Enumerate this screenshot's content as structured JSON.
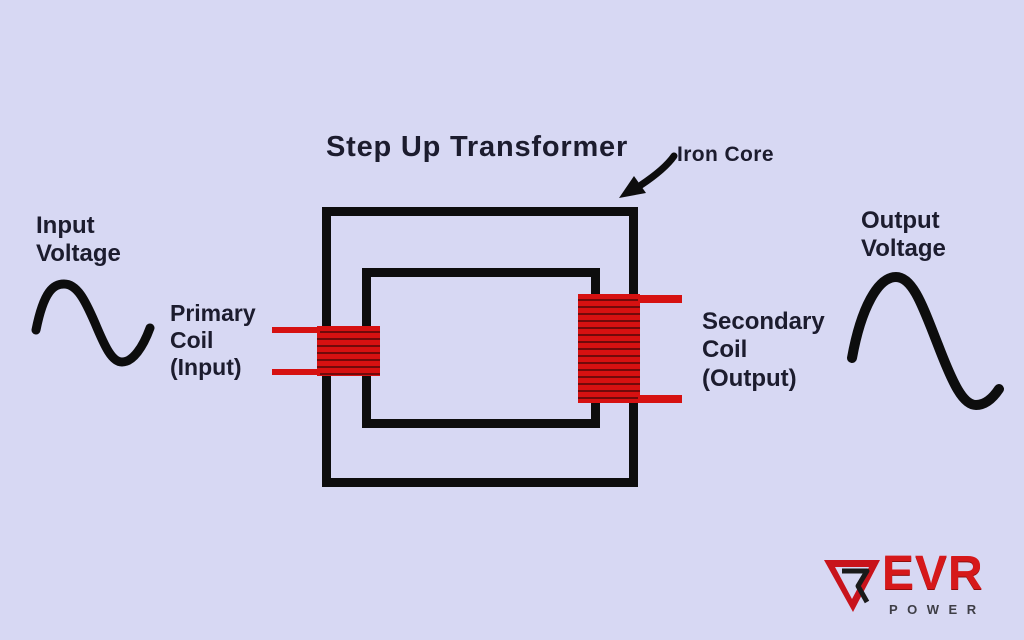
{
  "colors": {
    "background": "#d7d8f3",
    "line_black": "#0d0d0d",
    "coil_red": "#d61111",
    "coil_stripe_dark": "#700a0a",
    "text_dark": "#1c1c2e",
    "logo_red": "#d6181a",
    "logo_sub_gray": "#3e3e46"
  },
  "icons": {
    "input_wave": "sine-wave-icon",
    "output_wave": "sine-wave-icon",
    "iron_core_pointer": "arrow-down-left-icon",
    "logo_emblem": "evr-triangle-emblem-icon"
  },
  "diagram": {
    "title": "Step Up Transformer",
    "iron_core_label": "Iron Core",
    "input_voltage_label": "Input\nVoltage",
    "output_voltage_label": "Output\nVoltage",
    "primary_coil_label": "Primary\nCoil\n(Input)",
    "secondary_coil_label": "Secondary\nCoil\n(Output)"
  },
  "logo": {
    "brand": "EVR",
    "subtext": "POWER"
  }
}
